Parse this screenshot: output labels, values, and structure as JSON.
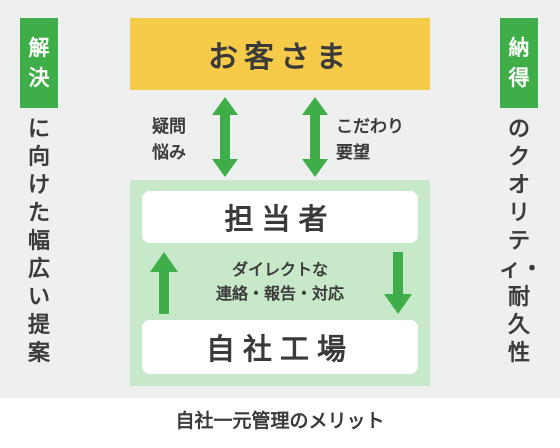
{
  "left_badge": [
    "解",
    "決"
  ],
  "left_vertical": "に向けた幅広い提案",
  "right_badge": [
    "納",
    "得"
  ],
  "right_vertical": "のクオリティ・耐久性",
  "customer": "お客さま",
  "left_label": [
    "疑問",
    "悩み"
  ],
  "right_label": [
    "こだわり",
    "要望"
  ],
  "staff": "担当者",
  "middle_label": [
    "ダイレクトな",
    "連絡・報告・対応"
  ],
  "factory": "自社工場",
  "caption": "自社一元管理のメリット",
  "colors": {
    "green": "#3fae49",
    "yellow": "#f7cb4a",
    "light_green": "#c8e9c9",
    "panel": "#eef0f0"
  }
}
